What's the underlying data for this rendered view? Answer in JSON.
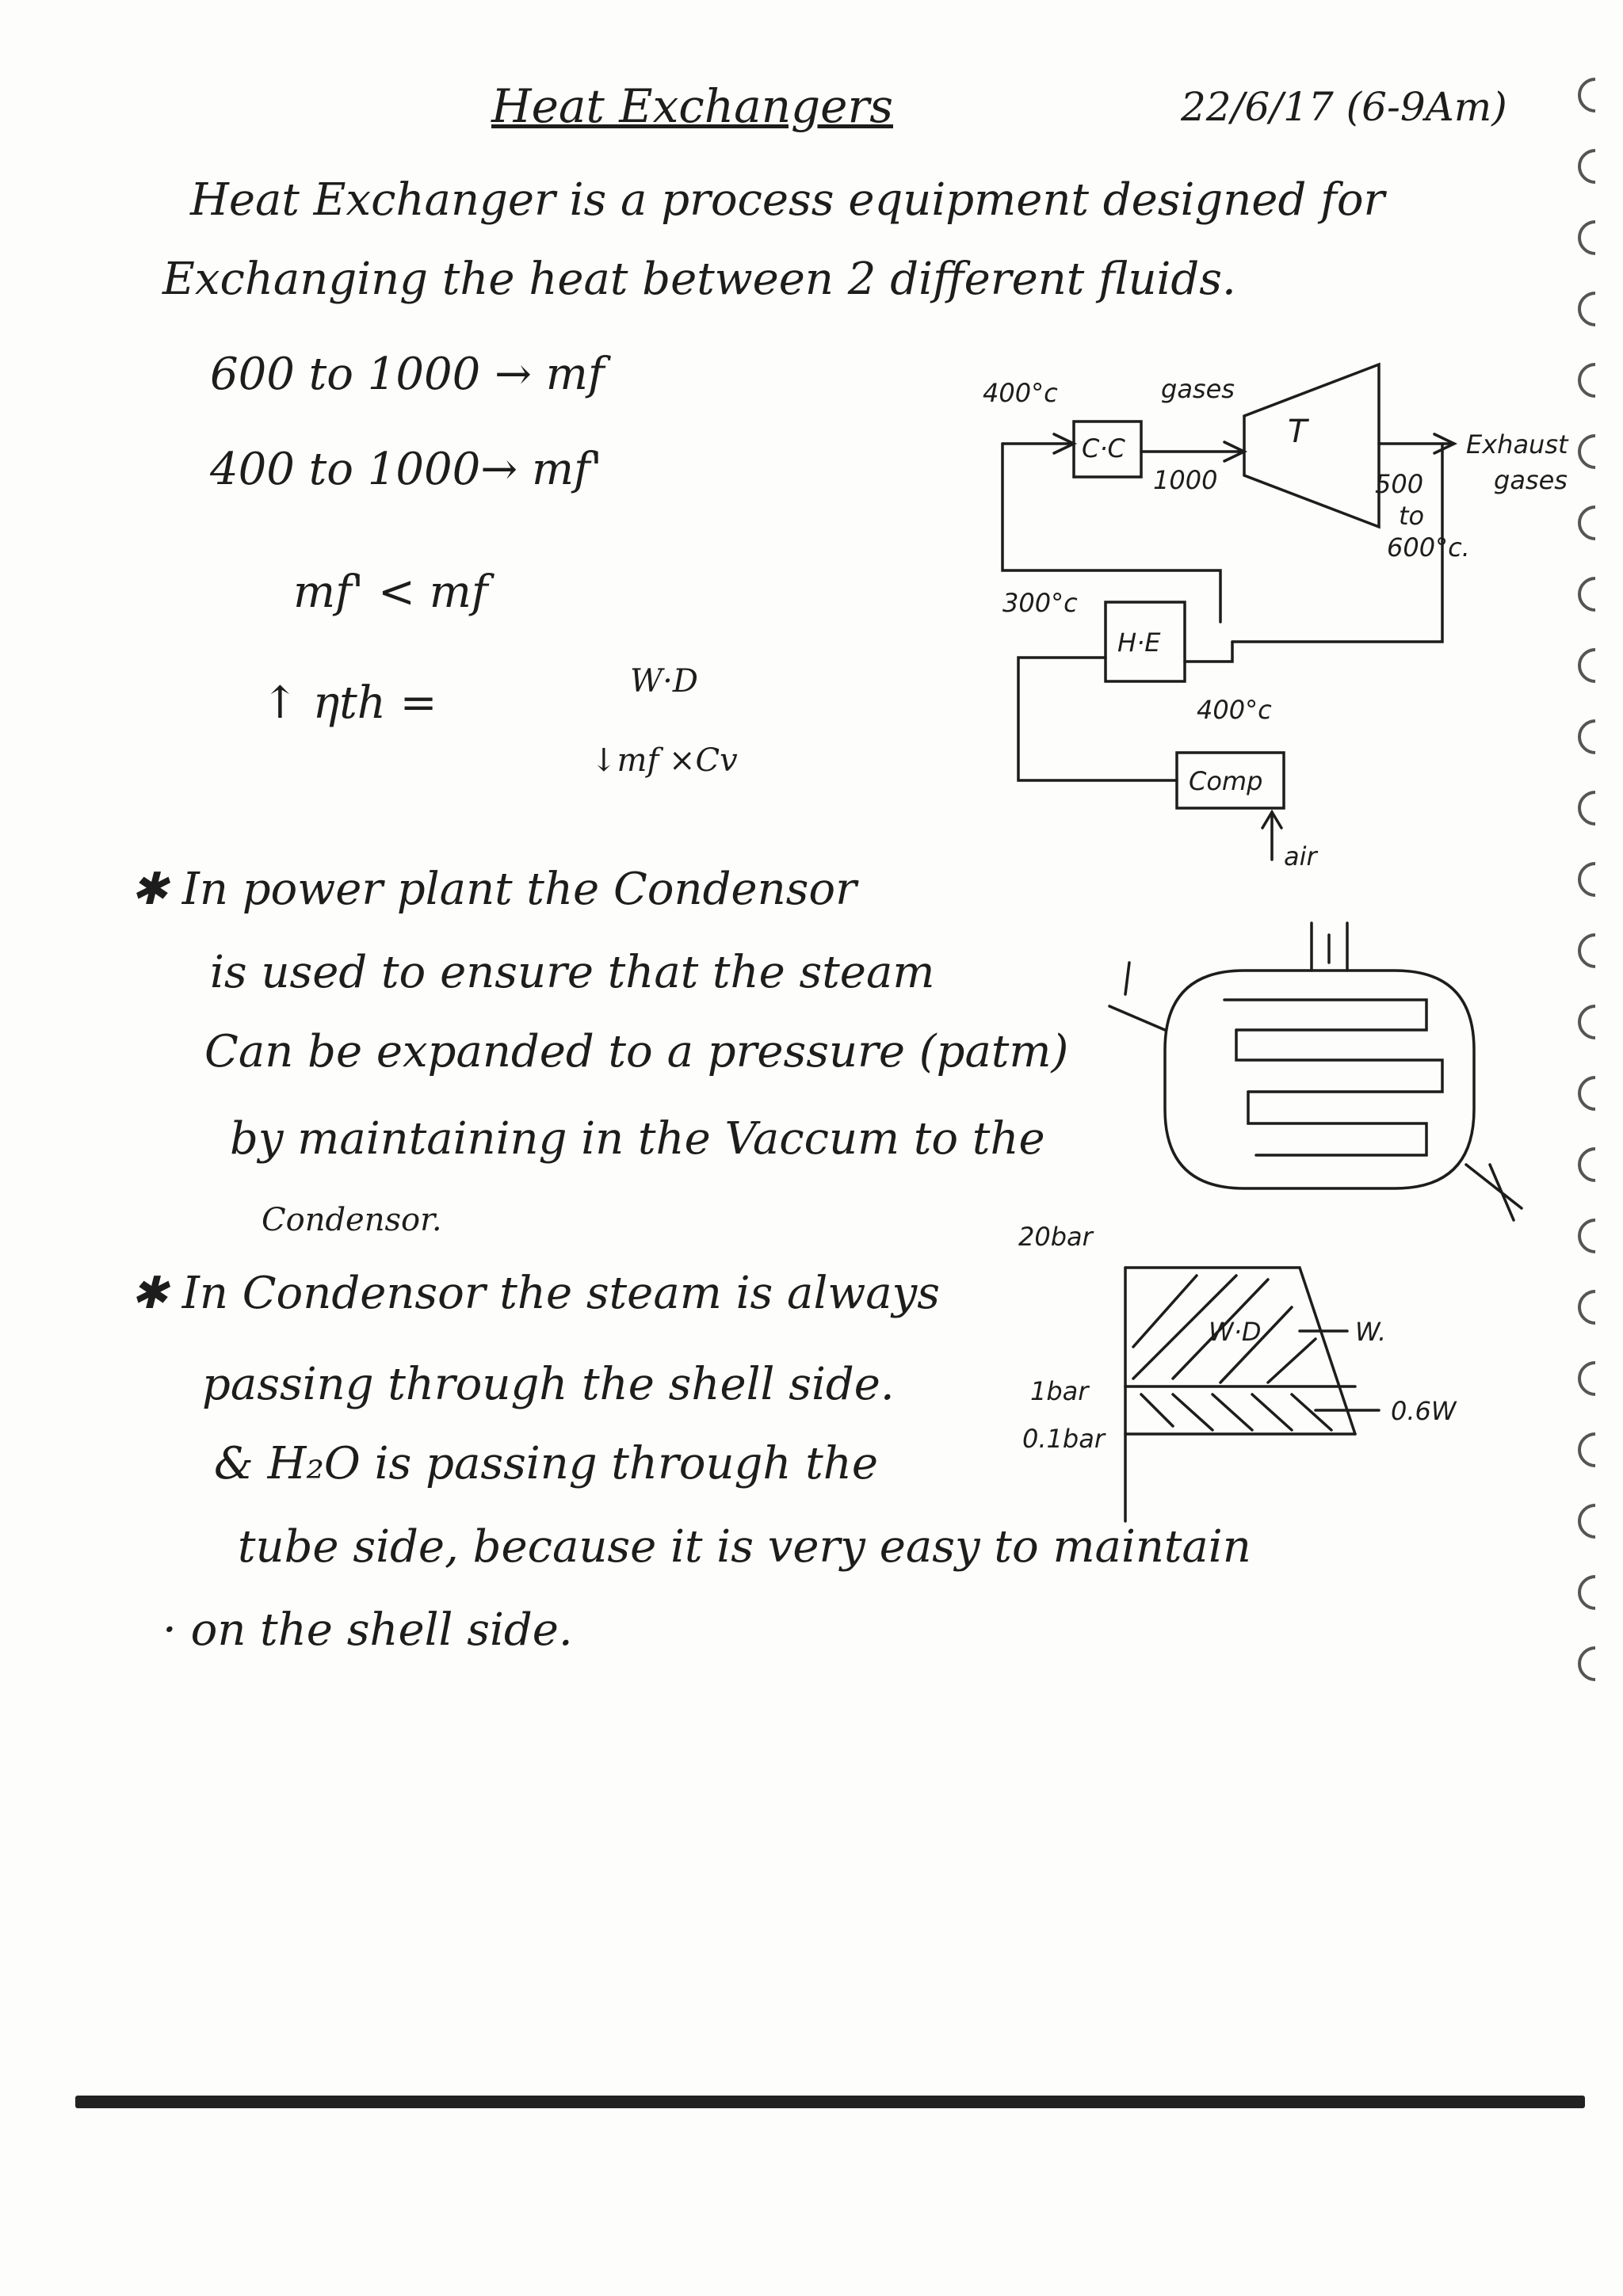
{
  "title": "Heat Exchangers",
  "date": "22/6/17 (6-9Am)",
  "definition": {
    "line1": "Heat Exchanger is a process equipment designed for",
    "line2": "Exchanging the heat between 2 different fluids."
  },
  "mass_flow": {
    "line1": "600 to 1000 → mf",
    "line2": "400 to 1000→ mf'",
    "relation": "mf' < mf",
    "efficiency_lhs": "↑ ηth =",
    "efficiency_num": "W·D",
    "efficiency_den": "↓mf ×Cv"
  },
  "gas_turbine_diagram": {
    "temp_in": "400°c",
    "gases": "gases",
    "cc": "C·C",
    "turbine": "T",
    "temp_1000": "1000",
    "exhaust_gases_1": "Exhaust",
    "exhaust_gases_2": "gases",
    "exhaust_temp_1": "500",
    "exhaust_temp_2": "to",
    "exhaust_temp_3": "600°c.",
    "he_temp_in": "300°c",
    "he": "H·E",
    "he_temp_out": "400°c",
    "comp": "Comp",
    "air": "air"
  },
  "condenser_note": {
    "line1": "✱ In power plant the Condensor",
    "line2": "is used to ensure that the steam",
    "line3": "Can be expanded to a pressure (patm)",
    "line4": "by maintaining in the Vaccum to the",
    "line5": "Condensor."
  },
  "shell_note": {
    "line1": "✱ In Condensor the steam is always",
    "line2": "passing through the shell side.",
    "line3": "& H₂O is passing through the",
    "line4": "tube side, because it is very easy to maintain",
    "line5": "· on the shell side."
  },
  "pressure_diagram": {
    "p_top": "20bar",
    "p_mid": "1bar",
    "p_low": "0.1bar",
    "wd": "W·D",
    "w": "W.",
    "w06": "0.6W"
  }
}
